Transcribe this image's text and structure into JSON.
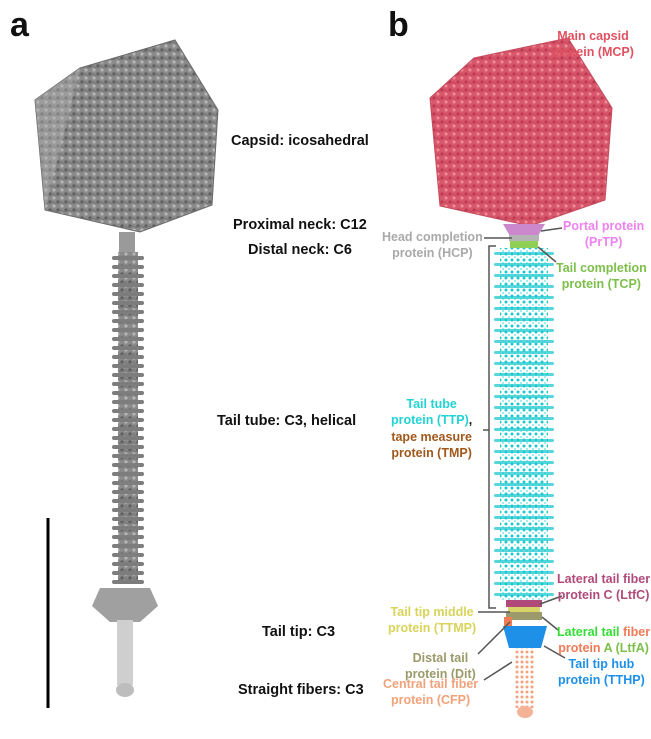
{
  "panels": {
    "a": "a",
    "b": "b"
  },
  "structure_labels": {
    "capsid": "Capsid: icosahedral",
    "proximal_neck": "Proximal neck: C12",
    "distal_neck": "Distal neck: C6",
    "tail_tube": "Tail tube: C3, helical",
    "tail_tip": "Tail tip: C3",
    "straight_fibers": "Straight fibers: C3"
  },
  "proteins": {
    "mcp": {
      "line1": "Main capsid",
      "line2": "protein (MCP)",
      "color": "#e0505f"
    },
    "prtp": {
      "line1": "Portal protein",
      "line2": "(PrTP)",
      "color": "#ee82ee"
    },
    "hcp": {
      "line1": "Head completion",
      "line2": "protein (HCP)",
      "color": "#a9a9a9"
    },
    "tcp": {
      "line1": "Tail completion",
      "line2": "protein (TCP)",
      "color": "#7cbf4a"
    },
    "ttp": {
      "line1": "Tail tube",
      "line2": "protein (TTP)",
      "suffix": ",",
      "color": "#22d3d3"
    },
    "tmp": {
      "line1": "tape measure",
      "line2": "protein (TMP)",
      "color": "#a0591c"
    },
    "ltfc": {
      "line1": "Lateral tail fiber",
      "line2": "protein C (LtfC)",
      "color": "#b04a7a"
    },
    "ttmp": {
      "line1": "Tail tip middle",
      "line2": "protein (TTMP)",
      "color": "#e2e07a"
    },
    "ltfa": {
      "line1a": "Lateral tail",
      "line1b": "fiber",
      "line2a": "protein",
      "line2b": "A (LtfA)",
      "color_green": "#33dd33",
      "color_orange": "#f07b55"
    },
    "dit": {
      "line1": "Distal tail",
      "line2": "protein (Dit)",
      "color": "#9a9a6a"
    },
    "tthp": {
      "line1": "Tail tip hub",
      "line2": "protein (TTHP)",
      "color": "#1e90e8"
    },
    "cfp": {
      "line1": "Central tail fiber",
      "line2": "protein (CFP)",
      "color": "#f2a27a"
    }
  }
}
